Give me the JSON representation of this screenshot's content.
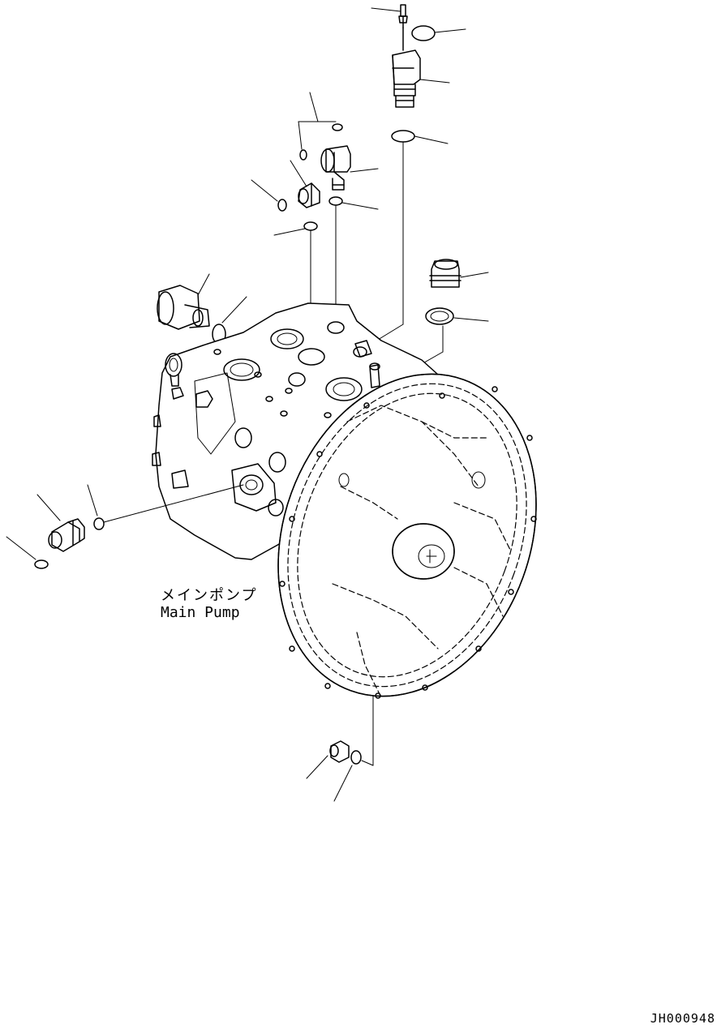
{
  "diagram": {
    "label_jp": "メインポンプ",
    "label_en": "Main Pump",
    "drawing_id": "JH000948"
  }
}
